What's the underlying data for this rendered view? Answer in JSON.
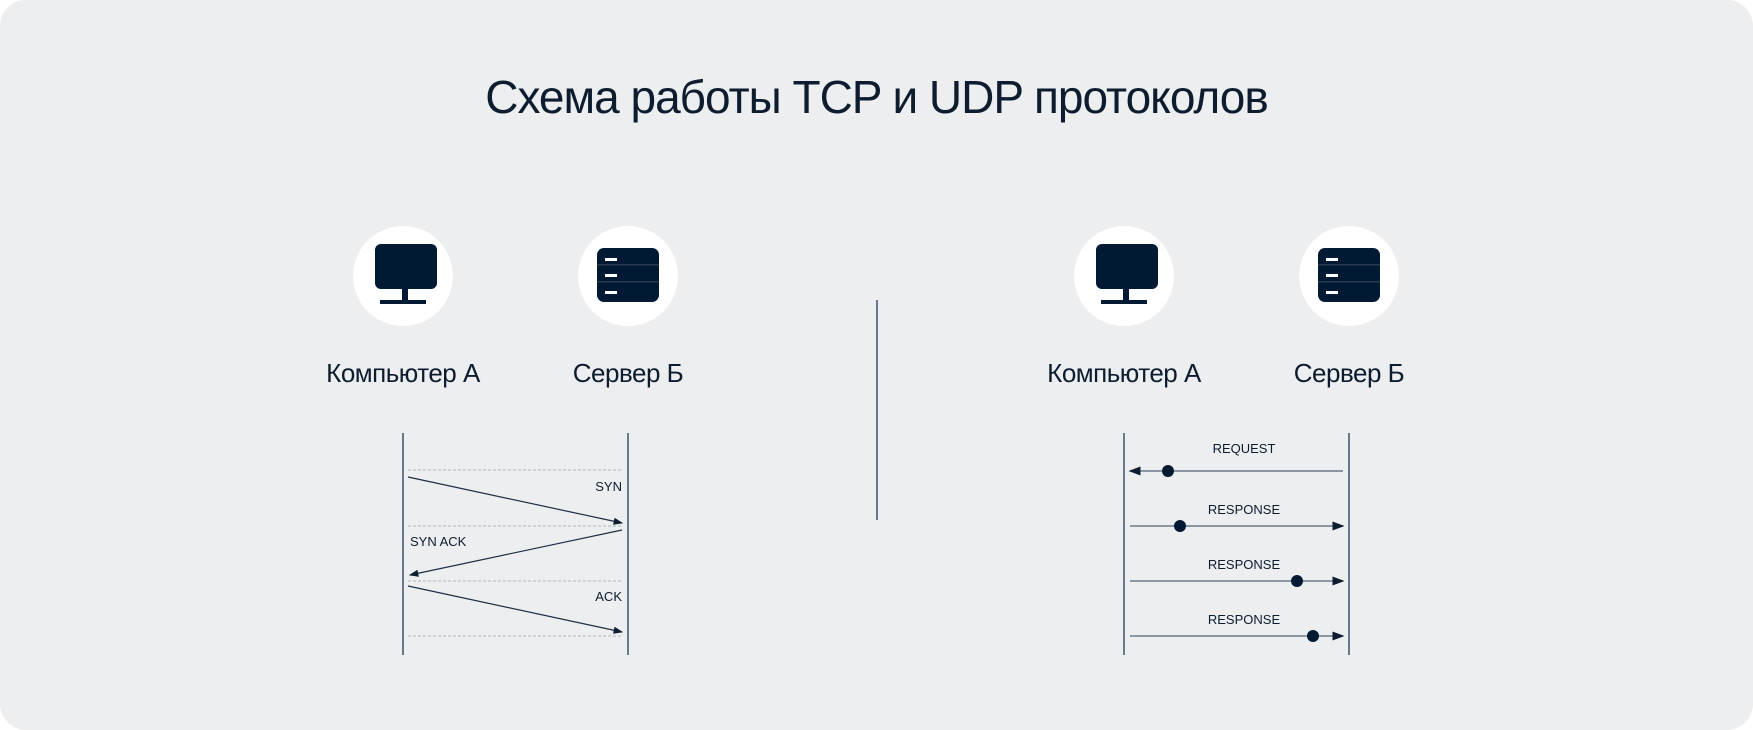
{
  "title": "Схема работы TCP и UDP протоколов",
  "tcp": {
    "client_label": "Компьютер А",
    "server_label": "Сервер Б",
    "messages": [
      "SYN",
      "SYN ACK",
      "ACK"
    ]
  },
  "udp": {
    "client_label": "Компьютер А",
    "server_label": "Сервер Б",
    "messages": [
      "REQUEST",
      "RESPONSE",
      "RESPONSE",
      "RESPONSE"
    ]
  },
  "colors": {
    "background": "#eceef0",
    "ink": "#0d1c2e",
    "line": "#6b7a8a"
  }
}
